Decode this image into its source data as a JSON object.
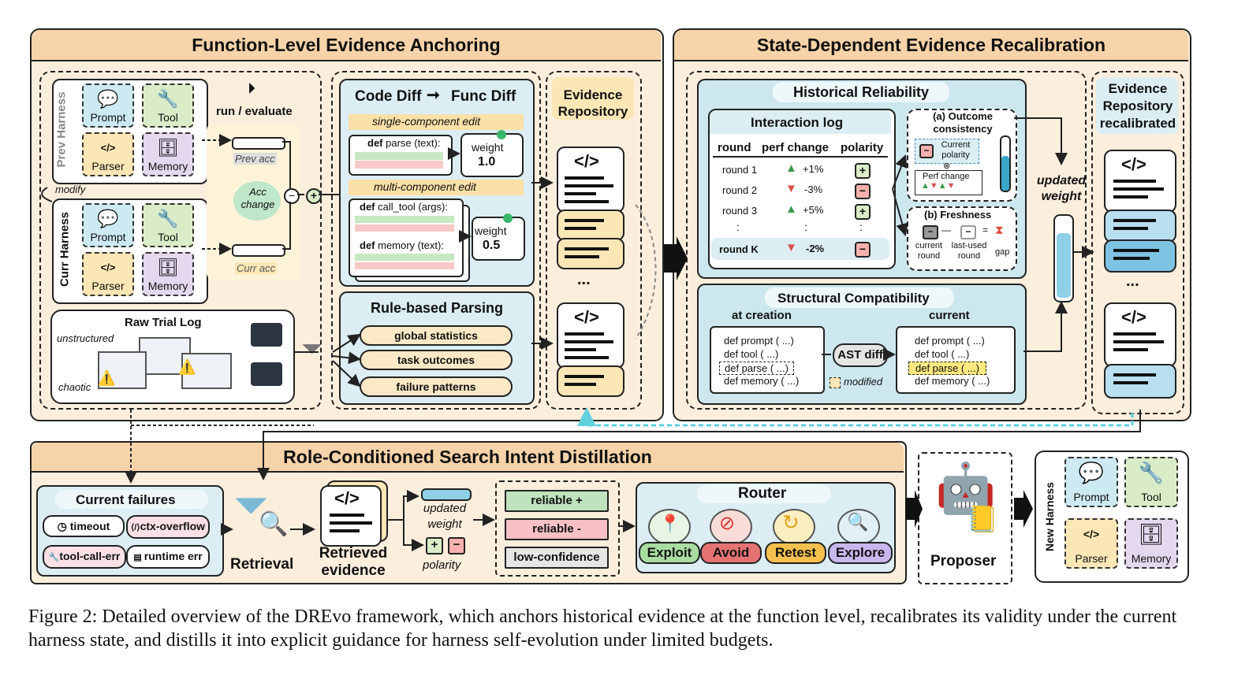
{
  "panels": {
    "p1_title": "Function-Level Evidence Anchoring",
    "p2_title": "State-Dependent Evidence Recalibration",
    "p3_title": "Role-Conditioned Search Intent Distillation"
  },
  "harness": {
    "prev_label": "Prev Harness",
    "curr_label": "Curr Harness",
    "new_label": "New Harness",
    "modify": "modify",
    "components": [
      "Prompt",
      "Tool",
      "Parser",
      "Memory"
    ],
    "run_evaluate": "run / evaluate",
    "prev_acc": "Prev acc",
    "curr_acc": "Curr acc",
    "acc_change": "Acc change",
    "minus": "−",
    "plus": "+"
  },
  "raw_log": {
    "title": "Raw Trial Log",
    "unstructured": "unstructured",
    "chaotic": "chaotic"
  },
  "code_diff": {
    "title_left": "Code Diff",
    "title_right": "Func Diff",
    "single": "single-component edit",
    "multi": "multi-component edit",
    "def_parse": "def parse (text):",
    "def_call_tool": "def call_tool (args):",
    "def_memory": "def memory (text):",
    "weight_label": "weight",
    "weight_1": "1.0",
    "weight_2": "0.5",
    "plus": "+",
    "minus": "-"
  },
  "rule_parsing": {
    "title": "Rule-based Parsing",
    "items": [
      "global statistics",
      "task outcomes",
      "failure patterns"
    ]
  },
  "evidence_repo": {
    "title": "Evidence Repository",
    "code": "</>",
    "ellipsis": "..."
  },
  "historical": {
    "title": "Historical Reliability",
    "log_title": "Interaction log",
    "headers": [
      "round",
      "perf change",
      "polarity"
    ],
    "rows": [
      {
        "round": "round 1",
        "change": "+1%",
        "pol": "+"
      },
      {
        "round": "round 2",
        "change": "-3%",
        "pol": "−"
      },
      {
        "round": "round 3",
        "change": "+5%",
        "pol": "+"
      },
      {
        "round": ":",
        "change": ":",
        "pol": ":"
      },
      {
        "round": "round K",
        "change": "-2%",
        "pol": "−"
      }
    ],
    "outcome_title": "(a) Outcome consistency",
    "current_polarity": "Current polarity",
    "perf_change": "Perf change",
    "freshness_title": "(b) Freshness",
    "current_round": "current round",
    "last_used_round": "last-used round",
    "gap": "gap",
    "dash": "—",
    "eq": "="
  },
  "structural": {
    "title": "Structural Compatibility",
    "at_creation": "at creation",
    "current": "current",
    "defs": [
      "def prompt ( ...)",
      "def tool ( ...)",
      "def parse ( ...)",
      "def memory ( ...)"
    ],
    "ast_diff": "AST diff",
    "modified": "modified"
  },
  "updated_weight": "updated weight",
  "recal_repo": {
    "title": "Evidence Repository recalibrated",
    "code": "</>",
    "ellipsis": "..."
  },
  "distill": {
    "failures_title": "Current failures",
    "failures": [
      "timeout",
      "ctx-overflow",
      "tool-call-err",
      "runtime err"
    ],
    "retrieval": "Retrieval",
    "retrieved_evidence": "Retrieved evidence",
    "updated_weight": "updated weight",
    "polarity": "polarity",
    "reliable_plus": "reliable +",
    "reliable_minus": "reliable -",
    "low_conf": "low-confidence",
    "router": "Router",
    "routes": [
      "Exploit",
      "Avoid",
      "Retest",
      "Explore"
    ],
    "proposer": "Proposer",
    "code": "</>",
    "ellipsis": "..."
  },
  "caption": "Figure 2: Detailed overview of the DREvo framework, which anchors historical evidence at the function level, recalibrates its validity under the current harness state, and distills it into explicit guidance for harness self-evolution under limited budgets.",
  "colors": {
    "panel_bg": "#fbeedd",
    "header_bg": "#f6d3a9",
    "blue_box": "#dceef4",
    "green": "#d9ecc7",
    "red": "#f6c6c4",
    "yellow": "#fbe6b6",
    "purple": "#e3d8ee"
  }
}
